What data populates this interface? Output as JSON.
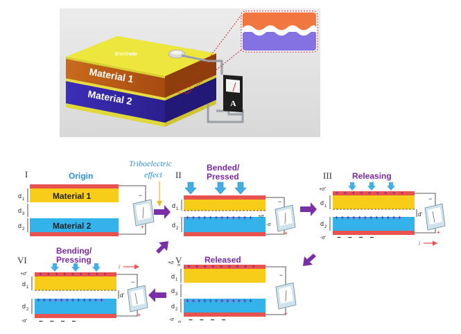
{
  "device": {
    "electrode_label": "Electrode",
    "layer1_label": "Material 1",
    "layer2_label": "Material 2",
    "meter_label": "A"
  },
  "transition_label": {
    "line1": "Triboelectric",
    "line2": "effect"
  },
  "panels": {
    "p1": {
      "roman": "I",
      "title": "Origin",
      "mat1": "Material 1",
      "mat2": "Material 2",
      "d1": "d",
      "d1_sub": "1",
      "d3": "d",
      "d3_sub": "3",
      "d2": "d",
      "d2_sub": "2",
      "meter_minus": "−",
      "meter_plus": "+"
    },
    "p2": {
      "roman": "II",
      "title_line1": "Bended/",
      "title_line2": "Pressed",
      "d1": "d",
      "d1_sub": "1",
      "d2": "d",
      "d2_sub": "2",
      "sigma_left": "+σ",
      "sigma_right": "-σ",
      "meter_minus": "−",
      "meter_plus": "+"
    },
    "p3": {
      "roman": "III",
      "title": "Releasing",
      "sigma_top": "+σ'",
      "sigma_bottom": "-σ'",
      "d1": "d",
      "d1_sub": "1",
      "d2": "d",
      "d2_sub": "2",
      "gap": "d'",
      "current": "i",
      "meter_minus": "−",
      "meter_plus": "+"
    },
    "p5": {
      "roman": "V",
      "title": "Released",
      "sigma_top": "+σ",
      "sigma_top_sub": "m",
      "sigma_bottom": "-σ",
      "sigma_bottom_sub": "m",
      "d1": "d",
      "d1_sub": "1",
      "d3": "d",
      "d3_sub": "3",
      "d2": "d",
      "d2_sub": "2",
      "meter_minus": "−",
      "meter_plus": "+"
    },
    "p6": {
      "roman": "VI",
      "title_line1": "Bending/",
      "title_line2": "Pressing",
      "sigma_top": "+σ'",
      "sigma_bottom": "-σ'",
      "d1": "d",
      "d1_sub": "1",
      "d2": "d",
      "d2_sub": "2",
      "gap": "d'",
      "current": "i",
      "meter_minus": "−",
      "meter_plus": "+"
    }
  },
  "colors": {
    "electrode": "#e8534f",
    "material1": "#f7cd1a",
    "material2": "#33b3ea",
    "title_blue": "#2d8fd0",
    "title_purple": "#7a2aa0",
    "arrow_purple": "#7b2fa6",
    "press_arrow": "#41aee6",
    "device_orange": "#b85a16",
    "device_blue": "#3a2cb4",
    "device_yellow": "#f1ee3c"
  }
}
